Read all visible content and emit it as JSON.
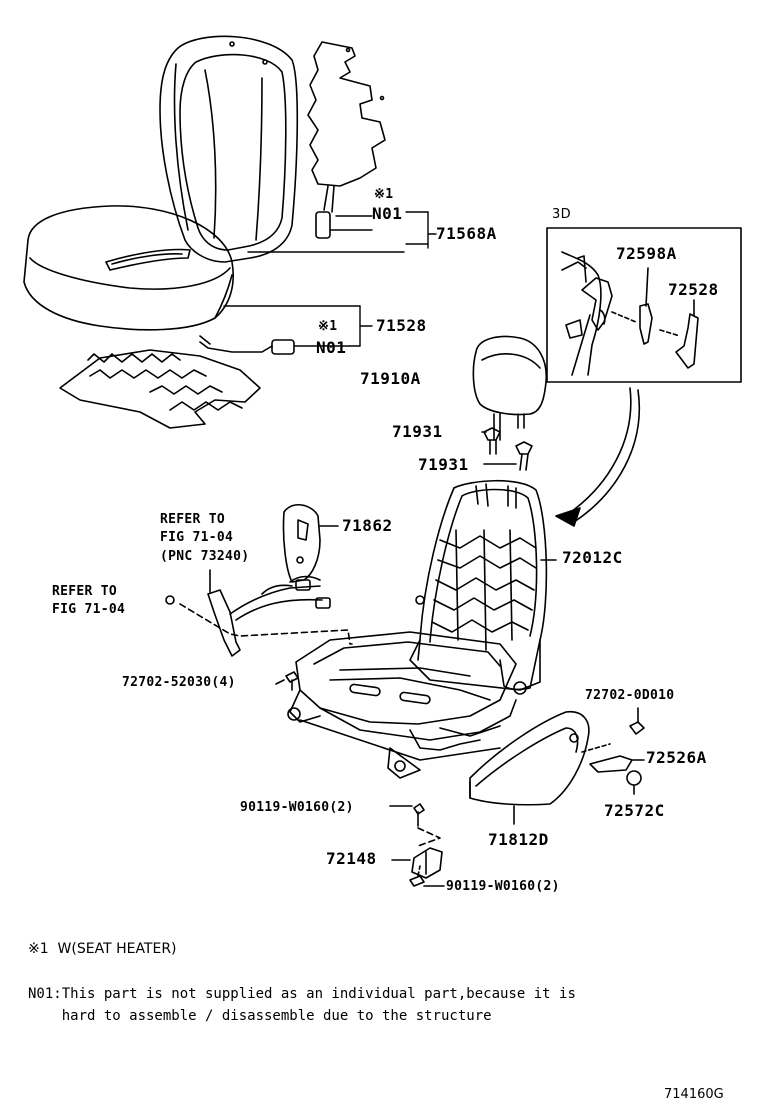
{
  "callouts": {
    "p71568A": "71568A",
    "n01_a": "N01",
    "mark1_a": "※1",
    "p71528": "71528",
    "mark1_b": "※1",
    "n01_b": "N01",
    "p71910A": "71910A",
    "p71931_a": "71931",
    "p71931_b": "71931",
    "p71862": "71862",
    "p72012C": "72012C",
    "ref1_l1": "REFER TO",
    "ref1_l2": "FIG 71-04",
    "ref1_l3": "(PNC 73240)",
    "ref2_l1": "REFER TO",
    "ref2_l2": "FIG 71-04",
    "p72702_52030": "72702-52030(4)",
    "p72702_0D010": "72702-0D010",
    "p72526A": "72526A",
    "p72572C": "72572C",
    "p71812D": "71812D",
    "p90119_a": "90119-W0160(2)",
    "p72148": "72148",
    "p90119_b": "90119-W0160(2)"
  },
  "inset": {
    "title": "3D",
    "p72598A": "72598A",
    "p72528": "72528"
  },
  "notes": {
    "mark_line": "※1  W(SEAT HEATER)",
    "n01_line1": "N01:This part is not supplied as an individual part,because it is",
    "n01_line2": "    hard to assemble / disassemble due to the structure"
  },
  "figure_id": "714160G"
}
